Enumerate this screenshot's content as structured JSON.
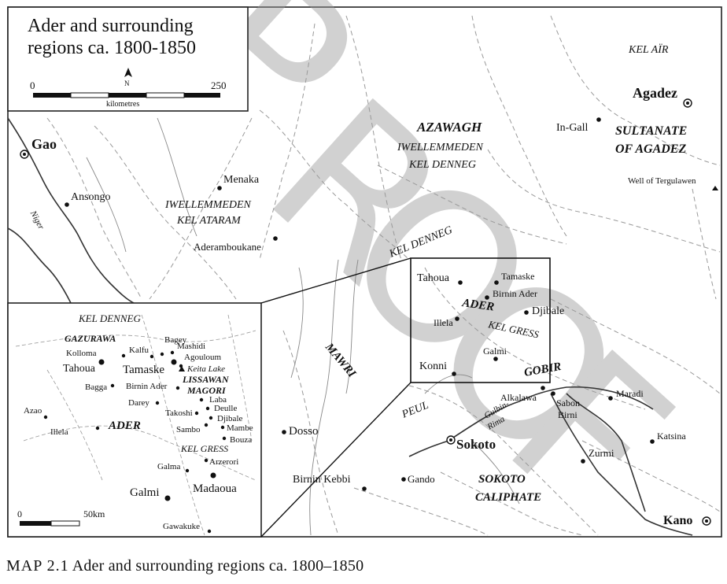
{
  "inset_title": {
    "line1": "Ader and surrounding",
    "line2": "regions ca. 1800-1850"
  },
  "main_scale": {
    "start": "0",
    "end": "250",
    "unit": "kilometres",
    "north": "N"
  },
  "inset_scale": {
    "start": "0",
    "end": "50km"
  },
  "caption": {
    "prefix": "MAP 2.1",
    "text": "Ader and surrounding regions ca. 1800–1850"
  },
  "watermark": "PROOF",
  "places": {
    "gao": "Gao",
    "ansongo": "Ansongo",
    "niger": "Niger",
    "menaka": "Menaka",
    "aderamboukane": "Aderamboukane",
    "agadez": "Agadez",
    "in_gall": "In-Gall",
    "well": "Well of Tergulawen",
    "tahoua": "Tahoua",
    "tamaske": "Tamaske",
    "birnin_ader": "Birnin Ader",
    "djibale": "Djibale",
    "illela": "Illela",
    "galmi": "Galmi",
    "konni": "Konni",
    "alkalawa": "Alkalawa",
    "sabon_birni_1": "Sabon",
    "sabon_birni_2": "Birni",
    "maradi": "Maradi",
    "katsina": "Katsina",
    "zurmi": "Zurmi",
    "sokoto": "Sokoto",
    "gando": "Gando",
    "birnin_kebbi": "Birnin Kebbi",
    "dosso": "Dosso",
    "kano": "Kano",
    "gulbin_1": "Gulbin-",
    "gulbin_2": "Rima"
  },
  "regions": {
    "kel_air": "KEL AÏR",
    "sultanate_1": "SULTANATE",
    "sultanate_2": "OF AGADEZ",
    "azawagh": "AZAWAGH",
    "iwel_kd_1": "IWELLEMMEDEN",
    "iwel_kd_2": "KEL DENNEG",
    "iwel_ka_1": "IWELLEMMEDEN",
    "iwel_ka_2": "KEL ATARAM",
    "kel_denneg": "KEL DENNEG",
    "ader": "ADER",
    "kel_gress": "KEL GRESS",
    "gobir": "GOBIR",
    "mawri": "MAWRI",
    "peul": "PEUL",
    "sokoto_cal_1": "SOKOTO",
    "sokoto_cal_2": "CALIPHATE"
  },
  "inset": {
    "kel_denneg": "KEL DENNEG",
    "gazurawa": "GAZURAWA",
    "kolloma": "Kolloma",
    "kalfu": "Kalfu",
    "bagey": "Bagey",
    "mashidi": "Mashidi",
    "agouloum": "Agouloum",
    "tahoua": "Tahoua",
    "tamaske": "Tamaske",
    "keita_lake": "Keita Lake",
    "bagga": "Bagga",
    "birnin_ader": "Birnin Ader",
    "lissawan": "LISSAWAN",
    "magori": "MAGORI",
    "azao": "Azao",
    "darey": "Darey",
    "laba": "Laba",
    "takoshi": "Takoshi",
    "deulle": "Deulle",
    "djibale": "Djibale",
    "illela": "Illela",
    "ader": "ADER",
    "sambo": "Sambo",
    "mambe": "Mambe",
    "bouza": "Bouza",
    "kel_gress": "KEL GRESS",
    "arzerori": "Arzerori",
    "galma": "Galma",
    "galmi": "Galmi",
    "madaoua": "Madaoua",
    "gawakuke": "Gawakuke"
  }
}
